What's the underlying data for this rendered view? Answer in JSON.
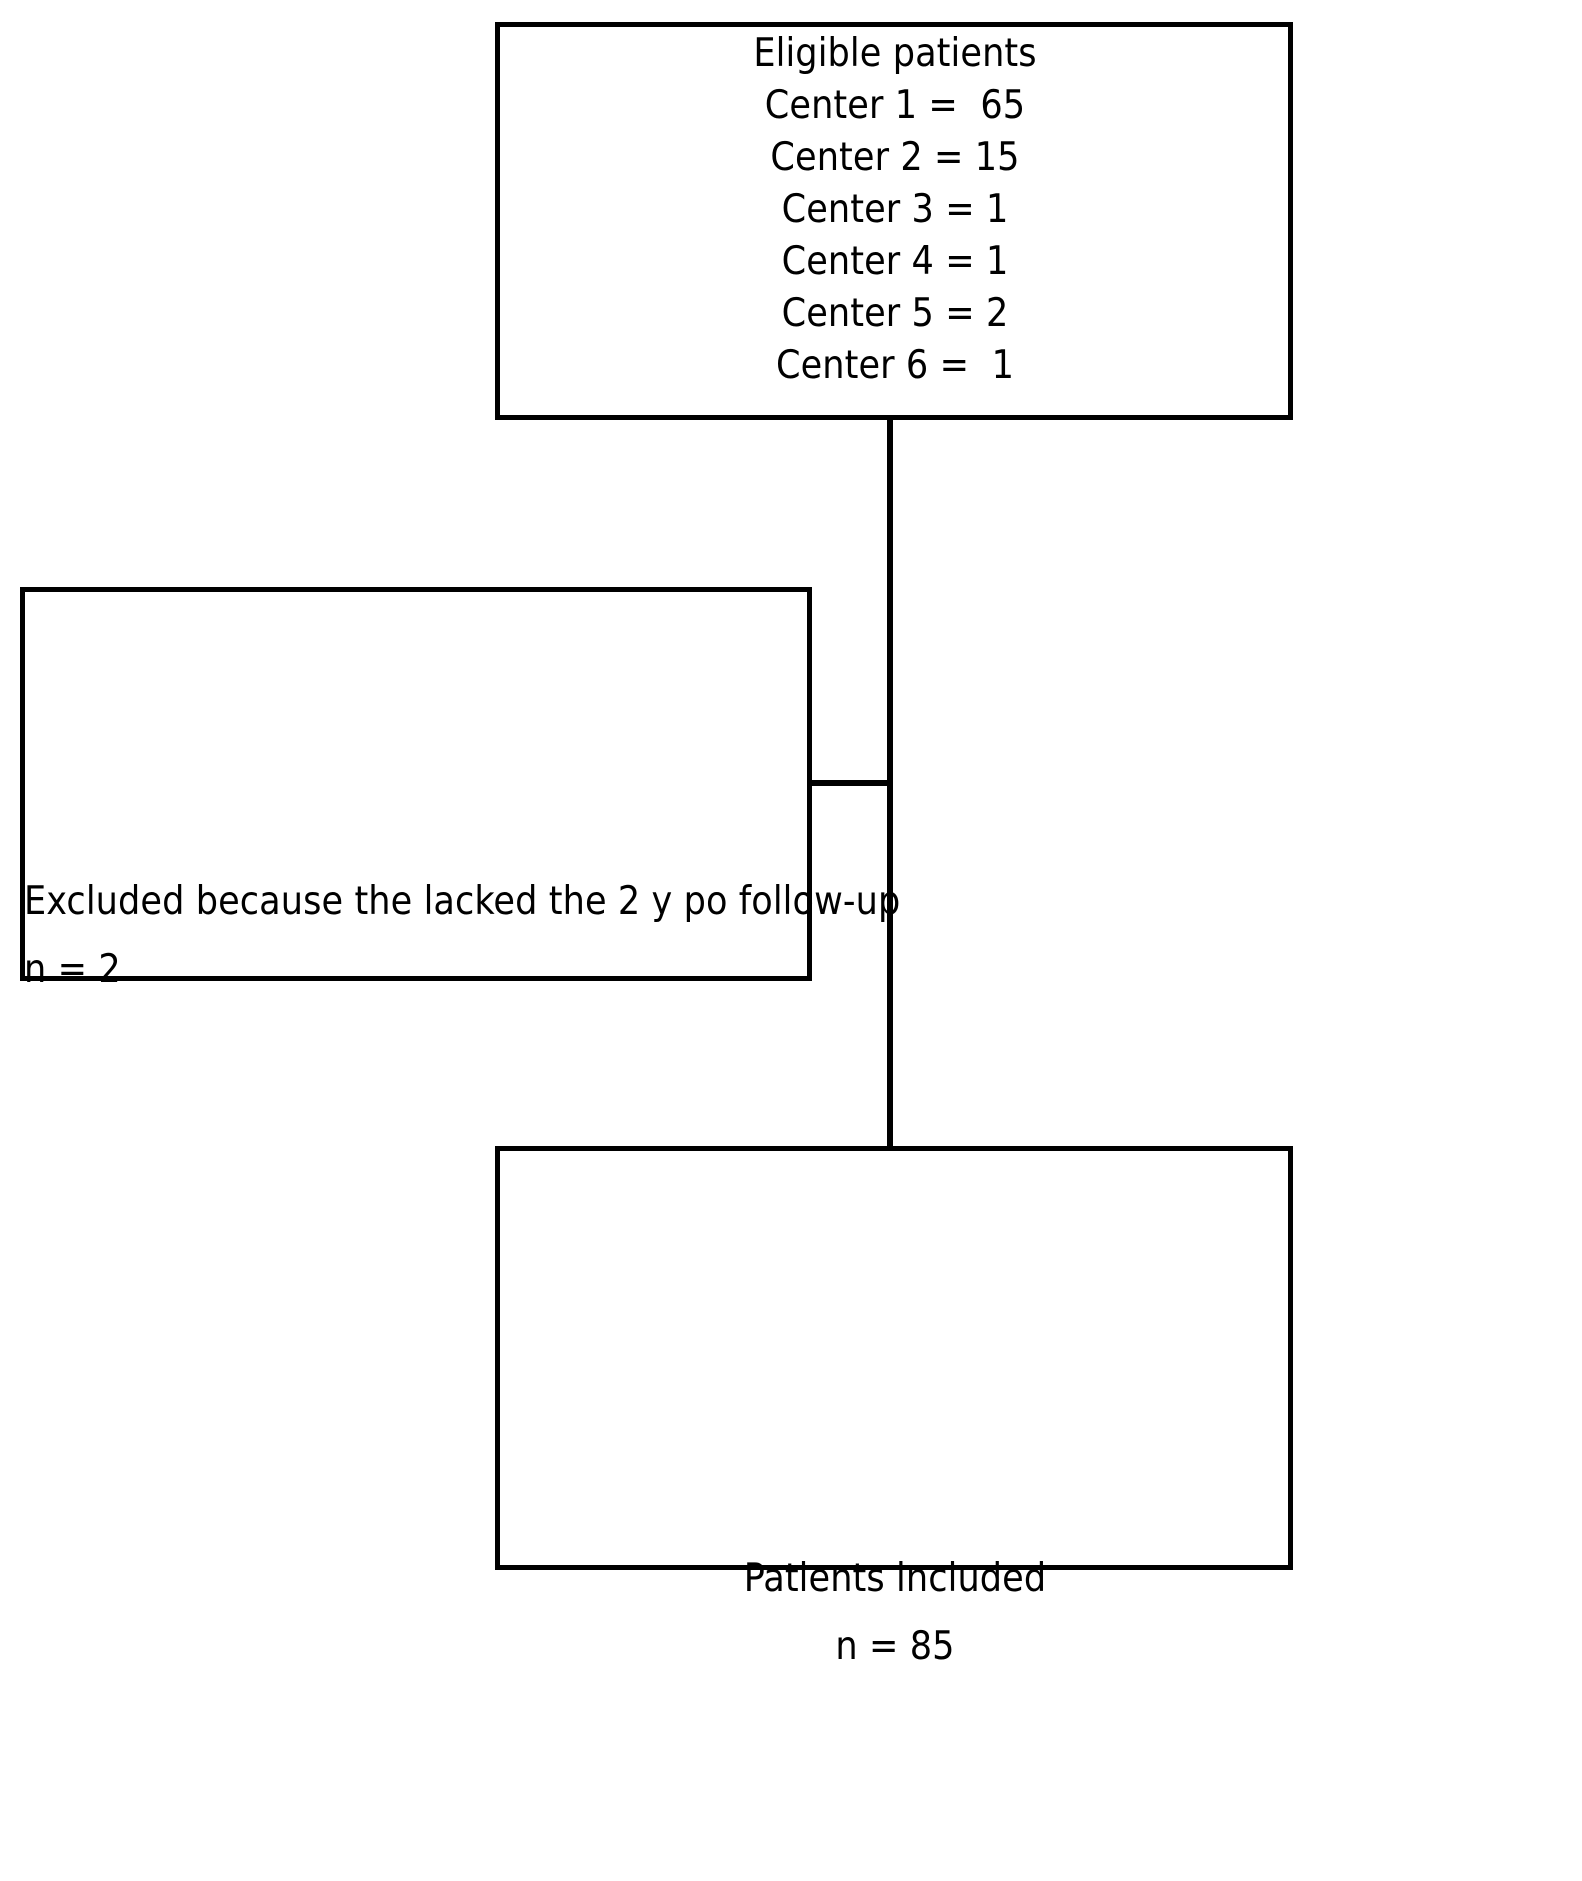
{
  "diagram": {
    "title": "Patient flow diagram",
    "type": "flowchart",
    "line_color": "#000000",
    "background_color": "#ffffff",
    "boxes": {
      "eligible": {
        "name": "Eligible patients",
        "heading": "Eligible patients",
        "rows": [
          "Center 1 =  65",
          "Center 2 = 15",
          "Center 3 = 1",
          "Center 4 = 1",
          "Center 5 = 2",
          "Center 6 =  1"
        ],
        "total_implied": 85
      },
      "excluded": {
        "reason": "Excluded because the lacked the 2 y po follow-up",
        "count_label": "n = 2",
        "count": 2
      },
      "included": {
        "heading": "Patients included",
        "count_label": "n = 85",
        "count": 85
      }
    }
  }
}
